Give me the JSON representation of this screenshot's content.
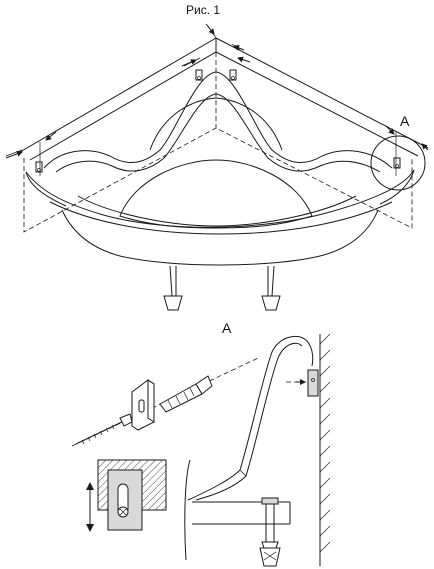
{
  "figure": {
    "title": "Рис. 1",
    "callout_label": "A",
    "detail_label": "A"
  },
  "colors": {
    "line": "#1a1a1a",
    "bracket_fill": "#d9d9d9",
    "background": "#ffffff"
  }
}
